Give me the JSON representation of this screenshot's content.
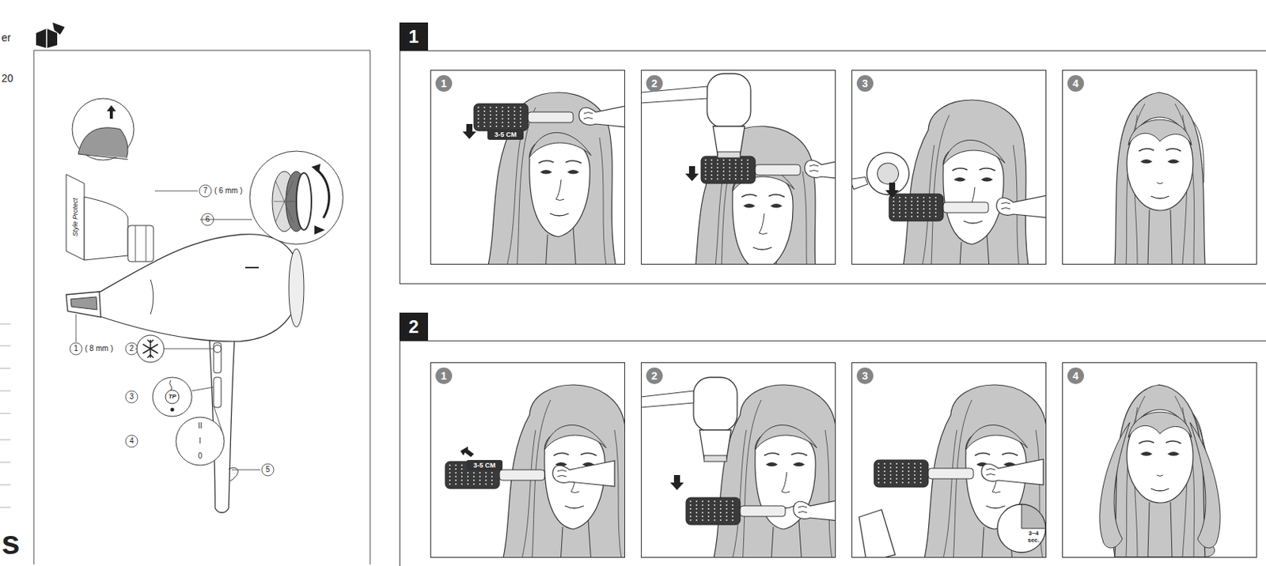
{
  "diagram": {
    "nodes": [
      {
        "text": [
          "1"
        ]
      },
      {
        "text": [
          "1"
        ],
        "in": 0
      },
      {
        "text": [
          "2"
        ],
        "in": 0
      },
      {
        "text": [
          "3"
        ],
        "in": 0
      },
      {
        "text": [
          "4"
        ],
        "in": 0
      },
      {
        "text": [
          "2"
        ]
      },
      {
        "text": [
          "1"
        ],
        "in": 5
      },
      {
        "text": [
          "2"
        ],
        "in": 5
      },
      {
        "text": [
          "3"
        ],
        "in": 5
      },
      {
        "text": [
          "4"
        ],
        "in": 5
      }
    ],
    "labels": [
      "er",
      "20",
      "s",
      "Style Protect",
      "7",
      "( 6 mm )",
      "6",
      "1",
      "( 8 mm )",
      "2",
      "3",
      "TP",
      "4",
      "II",
      "I",
      "0",
      "5",
      "3-5 CM",
      "3-5 CM",
      "3~4 sec."
    ]
  }
}
